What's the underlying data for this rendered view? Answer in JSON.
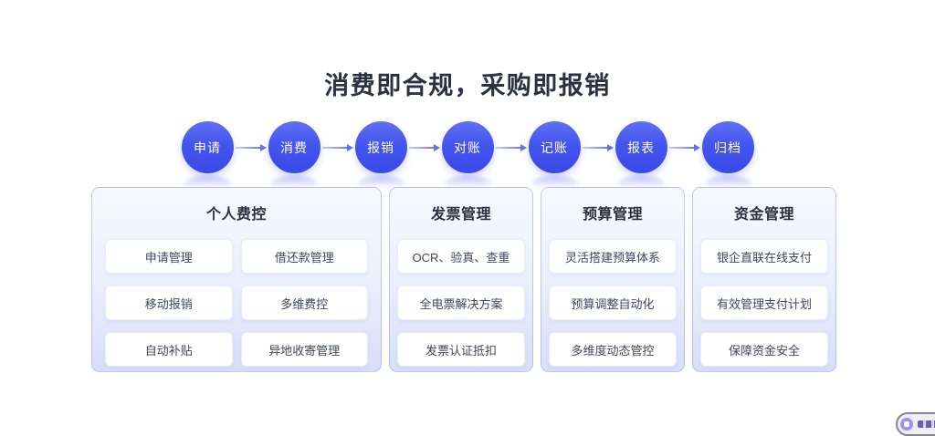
{
  "page_title": "消费即合规，采购即报销",
  "flow": {
    "steps": [
      "申请",
      "消费",
      "报销",
      "对账",
      "记账",
      "报表",
      "归档"
    ]
  },
  "panels": [
    {
      "title": "个人费控",
      "items": [
        "申请管理",
        "借还款管理",
        "移动报销",
        "多维费控",
        "自动补贴",
        "异地收寄管理"
      ]
    },
    {
      "title": "发票管理",
      "items": [
        "OCR、验真、查重",
        "全电票解决方案",
        "发票认证抵扣"
      ]
    },
    {
      "title": "预算管理",
      "items": [
        "灵活搭建预算体系",
        "预算调整自动化",
        "多维度动态管控"
      ]
    },
    {
      "title": "资金管理",
      "items": [
        "银企直联在线支付",
        "有效管理支付计划",
        "保障资金安全"
      ]
    }
  ],
  "floating_widget": {
    "icon": "chat-assistant-icon"
  },
  "colors": {
    "step_circle": "#4354ec",
    "arrow": "#6272f2",
    "panel_background_bottom": "#d8def8",
    "panel_border": "#9aa6ec",
    "heading_text": "#2b3141",
    "card_text": "#3f4660"
  }
}
